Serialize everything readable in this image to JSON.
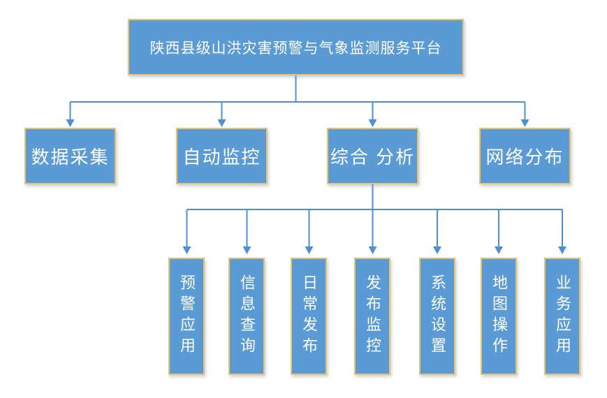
{
  "diagram": {
    "title_node": "陕西县级山洪灾害预警与气象监测服务平台",
    "level2_nodes": [
      "数据采集",
      "自动监控",
      "综合 分析",
      "网络分布"
    ],
    "level3_nodes": [
      "预警应用",
      "信息查询",
      "日常发布",
      "发布监控",
      "系统设置",
      "地图操作",
      "业务应用"
    ],
    "colors": {
      "box_fill": "#5B9BD5",
      "box_border": "#EBC269",
      "box_text": "#FFFFFF",
      "connector": "#4E8FD3",
      "background": "#FFFFFF"
    }
  }
}
